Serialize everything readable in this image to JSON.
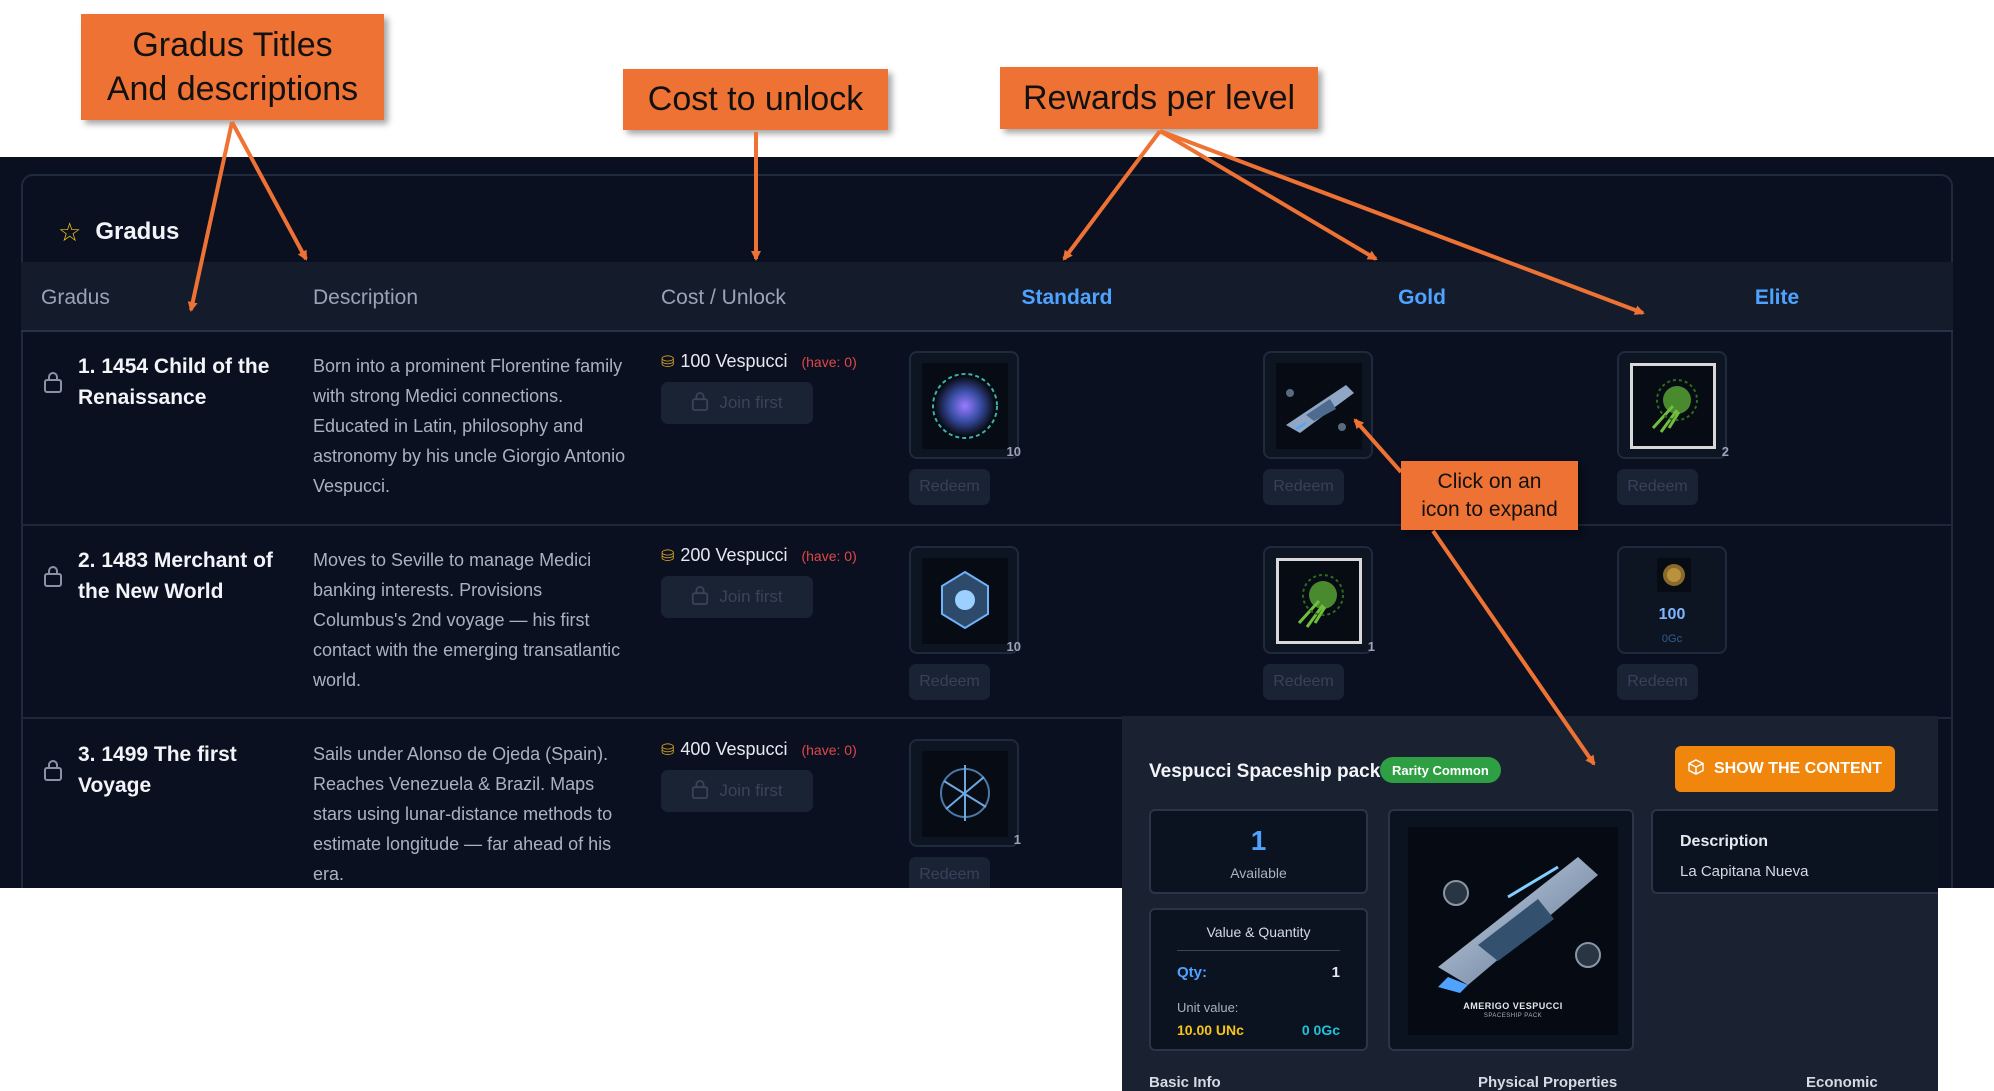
{
  "annotations": {
    "titles": "Gradus Titles\nAnd descriptions",
    "cost": "Cost to unlock",
    "rewards": "Rewards per level",
    "click": "Click on an\nicon to expand"
  },
  "panel": {
    "title": "Gradus",
    "title_icon": "star-outline-icon",
    "columns": {
      "gradus": "Gradus",
      "description": "Description",
      "cost": "Cost / Unlock",
      "standard": "Standard",
      "gold": "Gold",
      "elite": "Elite"
    }
  },
  "rows": [
    {
      "title": "1. 1454 Child of the Renaissance",
      "description": "Born into a prominent Florentine family with strong Medici connections. Educated in Latin, philosophy and astronomy by his uncle Giorgio Antonio Vespucci.",
      "cost": "100 Vespucci",
      "have": "(have: 0)",
      "join": "Join first",
      "standard_count": "10",
      "gold_count": "",
      "elite_count": "2",
      "redeem": "Redeem"
    },
    {
      "title": "2. 1483 Merchant of the New World",
      "description": "Moves to Seville to manage Medici banking interests. Provisions Columbus's 2nd voyage — his first contact with the emerging transatlantic world.",
      "cost": "200 Vespucci",
      "have": "(have: 0)",
      "join": "Join first",
      "standard_count": "10",
      "gold_count": "1",
      "elite_value": "100",
      "elite_sub": "0Gc",
      "redeem": "Redeem"
    },
    {
      "title": "3. 1499 The first Voyage",
      "description": "Sails under Alonso de Ojeda (Spain). Reaches Venezuela & Brazil. Maps stars using lunar-distance methods to estimate longitude — far ahead of his era.",
      "cost": "400 Vespucci",
      "have": "(have: 0)",
      "join": "Join first",
      "standard_count": "1",
      "redeem": "Redeem"
    }
  ],
  "popup": {
    "title": "Vespucci Spaceship pack",
    "rarity": "Rarity Common",
    "show_button": "SHOW THE CONTENT",
    "available_count": "1",
    "available_label": "Available",
    "value_title": "Value & Quantity",
    "qty_label": "Qty:",
    "qty_value": "1",
    "unit_value_label": "Unit value:",
    "unit_value_unc": "10.00 UNc",
    "unit_value_ogc": "0 0Gc",
    "image_caption_1": "AMERIGO VESPUCCI",
    "image_caption_2": "SPACESHIP PACK",
    "description_label": "Description",
    "description_value": "La Capitana Nueva",
    "sections": [
      "Basic Info",
      "Physical Properties",
      "Economic"
    ]
  },
  "colors": {
    "panel_bg": "#0a1020",
    "accent_blue": "#4fa3ff",
    "callout_orange": "#ee7233",
    "have_red": "#e04848",
    "rarity_green": "#2ea043",
    "show_orange": "#f0860c"
  }
}
